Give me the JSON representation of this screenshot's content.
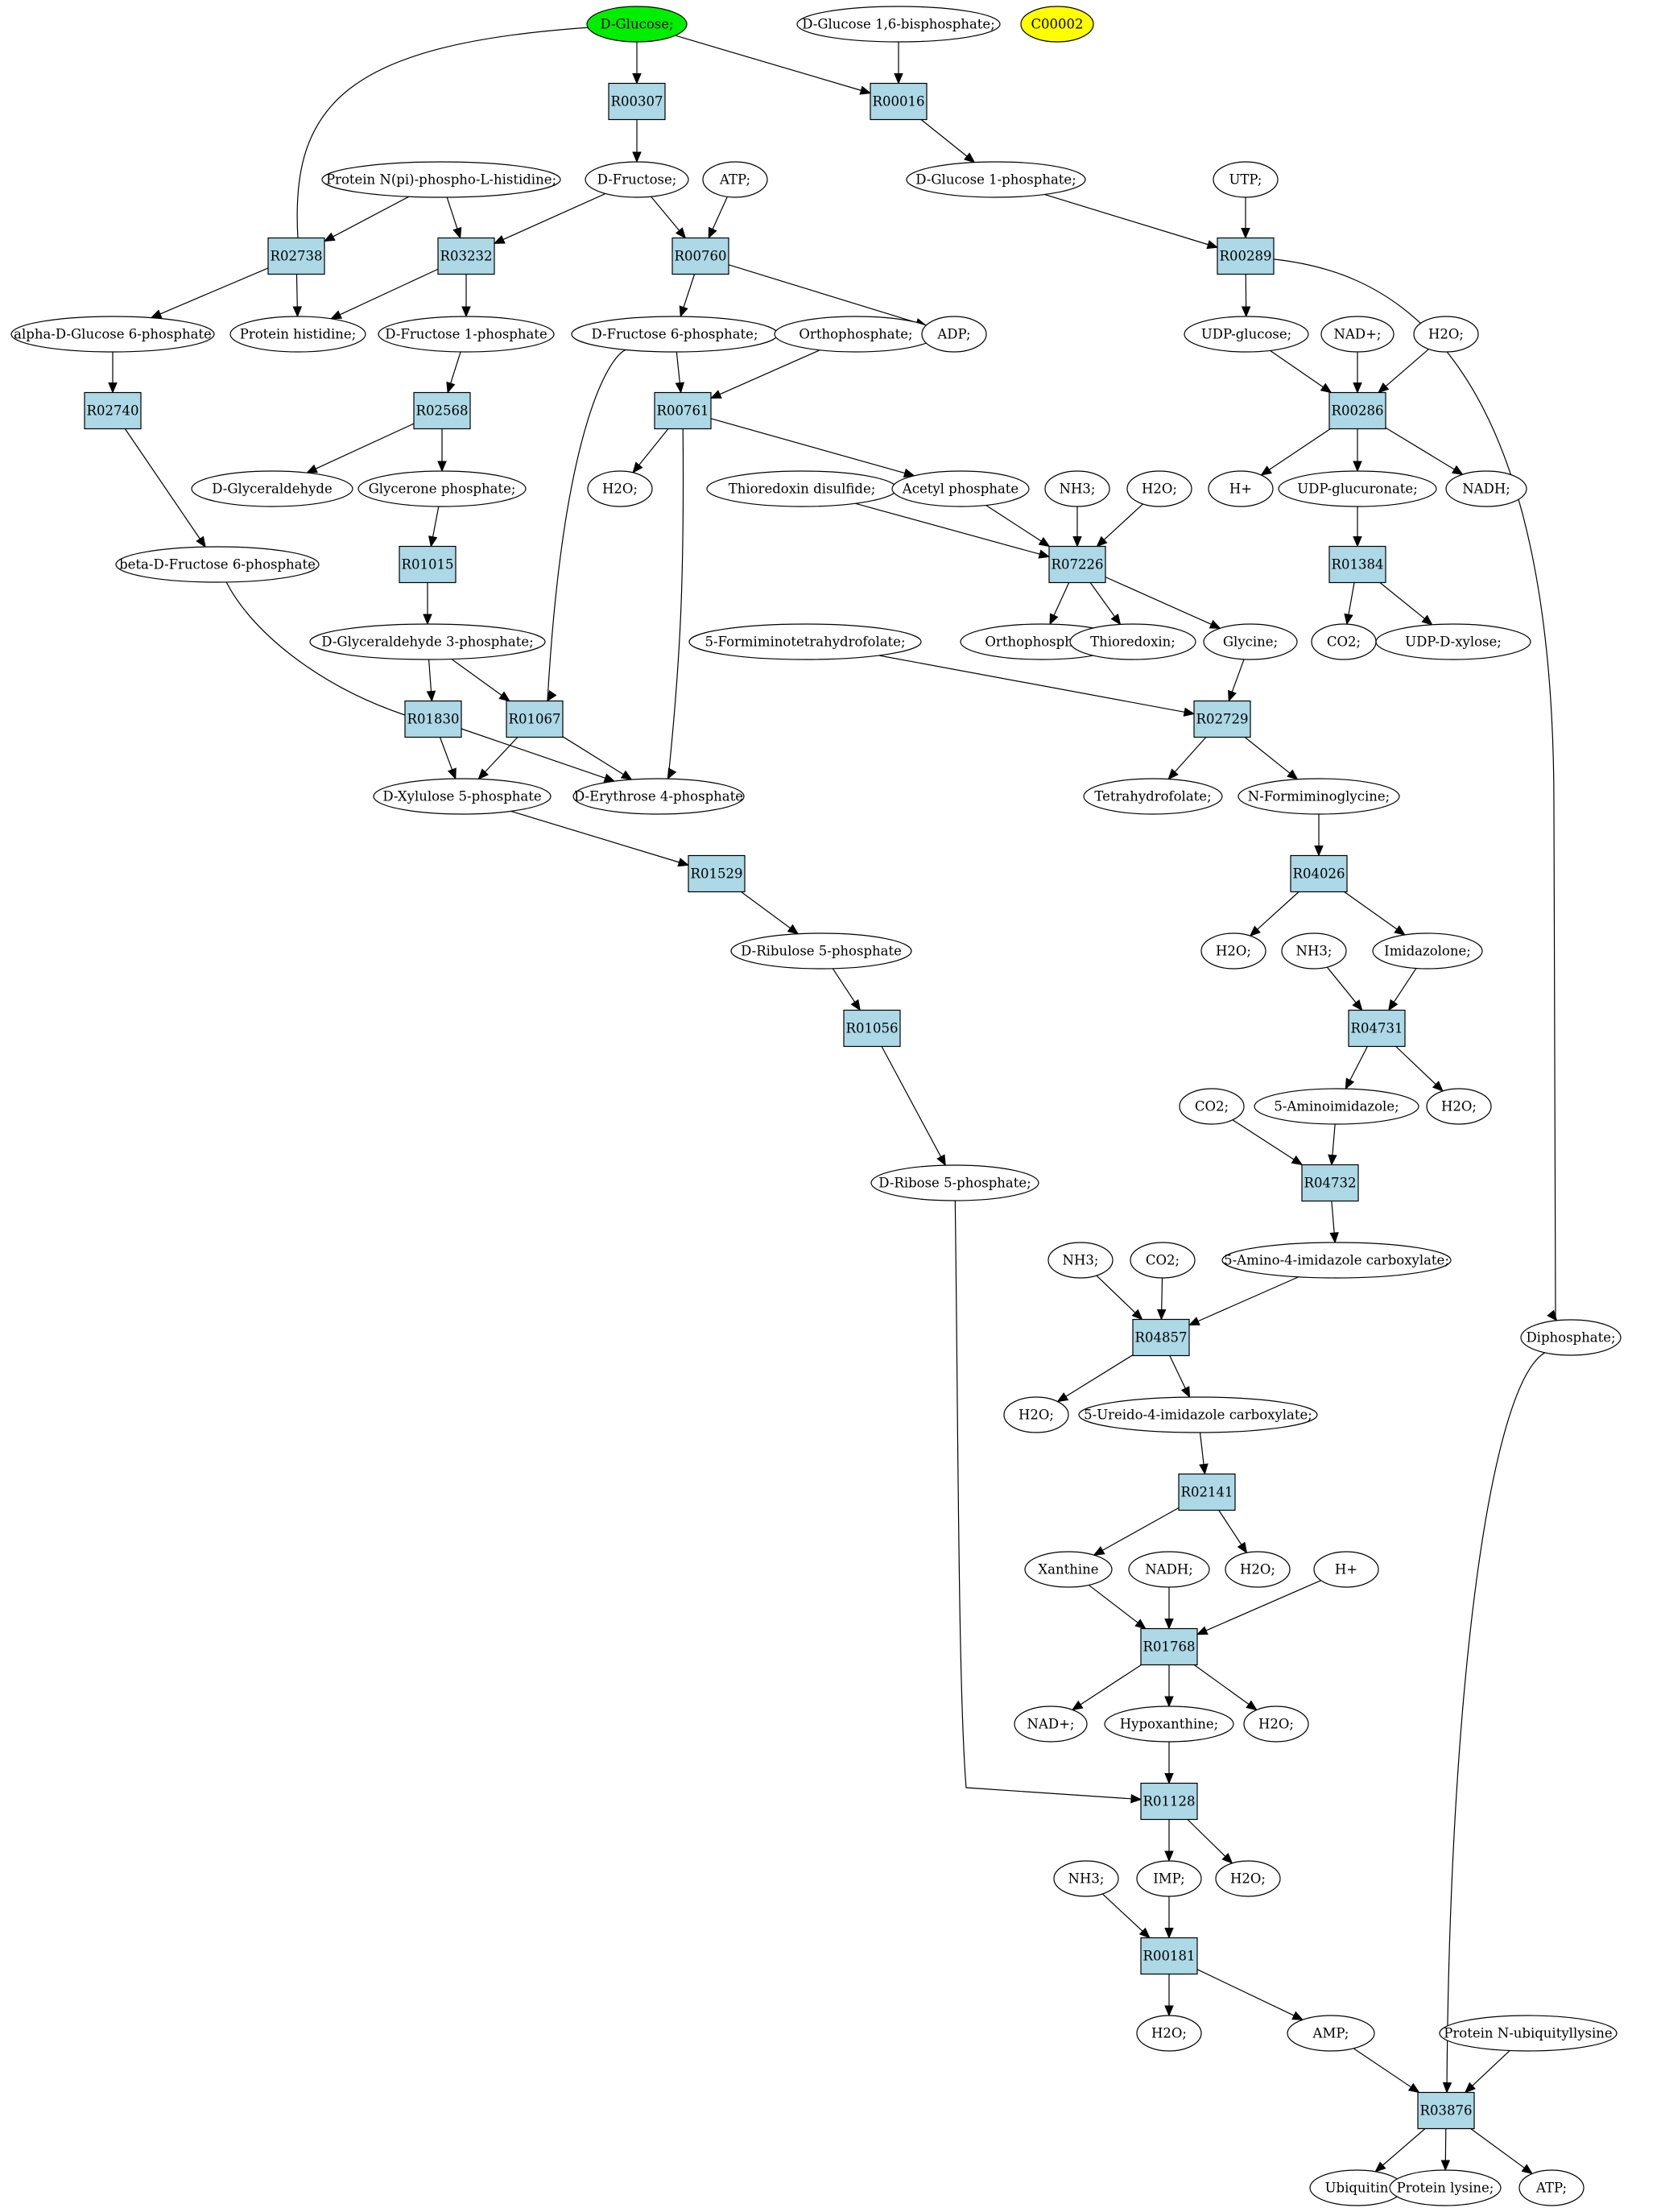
{
  "colors": {
    "start_node": "#00ee00",
    "highlight_node": "#ffff00",
    "compound": "#ffffff",
    "reaction": "#add8e6"
  },
  "compounds": {
    "glucose": "D-Glucose;",
    "c00002": "C00002",
    "g16bp": "D-Glucose 1,6-bisphosphate;",
    "g1p": "D-Glucose 1-phosphate;",
    "utp1": "UTP;",
    "fru": "D-Fructose;",
    "atp1": "ATP;",
    "phis": "Protein N(pi)-phospho-L-histidine;",
    "ag6p": "alpha-D-Glucose 6-phosphate",
    "prothis": "Protein histidine;",
    "f1p": "D-Fructose 1-phosphate",
    "f6p": "D-Fructose 6-phosphate;",
    "ortho1": "Orthophosphate;",
    "adp": "ADP;",
    "udpglc": "UDP-glucose;",
    "nadp1": "NAD+;",
    "h2o1": "H2O;",
    "glyald": "D-Glyceraldehyde",
    "dhap": "Glycerone phosphate;",
    "h2o2": "H2O;",
    "trxss": "Thioredoxin disulfide;",
    "acp": "Acetyl phosphate",
    "nh3a": "NH3;",
    "h2o3": "H2O;",
    "hplus1": "H+",
    "udpglcua": "UDP-glucuronate;",
    "nadh1": "NADH;",
    "bf6p": "beta-D-Fructose 6-phosphate",
    "ga3p": "D-Glyceraldehyde 3-phosphate;",
    "ortho2": "Orthophosphate;",
    "trx": "Thioredoxin;",
    "gly": "Glycine;",
    "co2a": "CO2;",
    "udpxyl": "UDP-D-xylose;",
    "fthf": "5-Formiminotetrahydrofolate;",
    "xu5p": "D-Xylulose 5-phosphate",
    "e4p": "D-Erythrose 4-phosphate",
    "thf": "Tetrahydrofolate;",
    "figly": "N-Formiminoglycine;",
    "ru5p": "D-Ribulose 5-phosphate",
    "h2o4": "H2O;",
    "nh3b": "NH3;",
    "imz": "Imidazolone;",
    "co2b": "CO2;",
    "aiz": "5-Aminoimidazole;",
    "h2o5": "H2O;",
    "r5p": "D-Ribose 5-phosphate;",
    "nh3c": "NH3;",
    "co2c": "CO2;",
    "aicx": "5-Amino-4-imidazole carboxylate;",
    "ppi": "Diphosphate;",
    "h2o6": "H2O;",
    "uicx": "5-Ureido-4-imidazole carboxylate;",
    "xan": "Xanthine",
    "nadh2": "NADH;",
    "h2o7": "H2O;",
    "hplus2": "H+",
    "nadp2": "NAD+;",
    "hyp": "Hypoxanthine;",
    "h2o8": "H2O;",
    "nh3d": "NH3;",
    "imp": "IMP;",
    "h2o9": "H2O;",
    "h2o10": "H2O;",
    "amp": "AMP;",
    "publ": "Protein N-ubiquityllysine",
    "ubq": "Ubiquitin",
    "plys": "Protein lysine;",
    "atp2": "ATP;"
  },
  "reactions": {
    "R00307": "R00307",
    "R00016": "R00016",
    "R02738": "R02738",
    "R03232": "R03232",
    "R00760": "R00760",
    "R00289": "R00289",
    "R02740": "R02740",
    "R02568": "R02568",
    "R00761": "R00761",
    "R00286": "R00286",
    "R07226": "R07226",
    "R01015": "R01015",
    "R01384": "R01384",
    "R01830": "R01830",
    "R01067": "R01067",
    "R02729": "R02729",
    "R01529": "R01529",
    "R04026": "R04026",
    "R01056": "R01056",
    "R04731": "R04731",
    "R04732": "R04732",
    "R04857": "R04857",
    "R02141": "R02141",
    "R01768": "R01768",
    "R01128": "R01128",
    "R00181": "R00181",
    "R03876": "R03876"
  }
}
